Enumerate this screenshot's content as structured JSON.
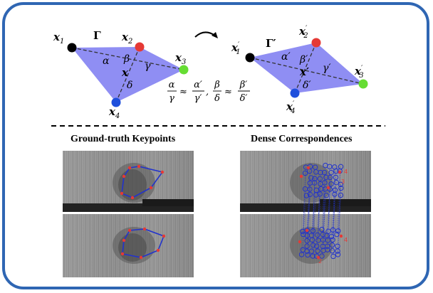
{
  "figure": {
    "left_quad": {
      "vertices": [
        {
          "name": "x",
          "sub": "1",
          "color": "#000000"
        },
        {
          "name": "x",
          "sub": "2",
          "color": "#e53935"
        },
        {
          "name": "x",
          "sub": "3",
          "color": "#66dd33"
        },
        {
          "name": "x",
          "sub": "4",
          "color": "#1e4fdc"
        }
      ],
      "center": "x",
      "angles": [
        "α",
        "β",
        "γ",
        "δ"
      ],
      "curve_label": "Γ"
    },
    "right_quad": {
      "vertices": [
        {
          "name": "x",
          "sub": "1",
          "prime": "′",
          "color": "#000000"
        },
        {
          "name": "x",
          "sub": "2",
          "prime": "′",
          "color": "#e53935"
        },
        {
          "name": "x",
          "sub": "3",
          "prime": "′",
          "color": "#66dd33"
        },
        {
          "name": "x",
          "sub": "4",
          "prime": "′",
          "color": "#1e4fdc"
        }
      ],
      "center": "x′",
      "angles": [
        "α′",
        "β′",
        "γ′",
        "δ′"
      ],
      "curve_label": "Γ′"
    },
    "formula": {
      "frac1_num": "α",
      "frac1_den": "γ",
      "approx": "≈",
      "frac2_num": "α′",
      "frac2_den": "γ′",
      "comma": ",",
      "frac3_num": "β",
      "frac3_den": "δ",
      "frac4_num": "β′",
      "frac4_den": "δ′"
    },
    "fill_color": "#8f8ef3",
    "frame_color": "#2f66b3"
  },
  "panels": {
    "left_title": "Ground-truth Keypoints",
    "right_title": "Dense Correspondences",
    "keypoint_color": "#e53935",
    "contour_color": "#2233cc",
    "right_labels": [
      "4",
      "3",
      "4",
      "2"
    ]
  }
}
